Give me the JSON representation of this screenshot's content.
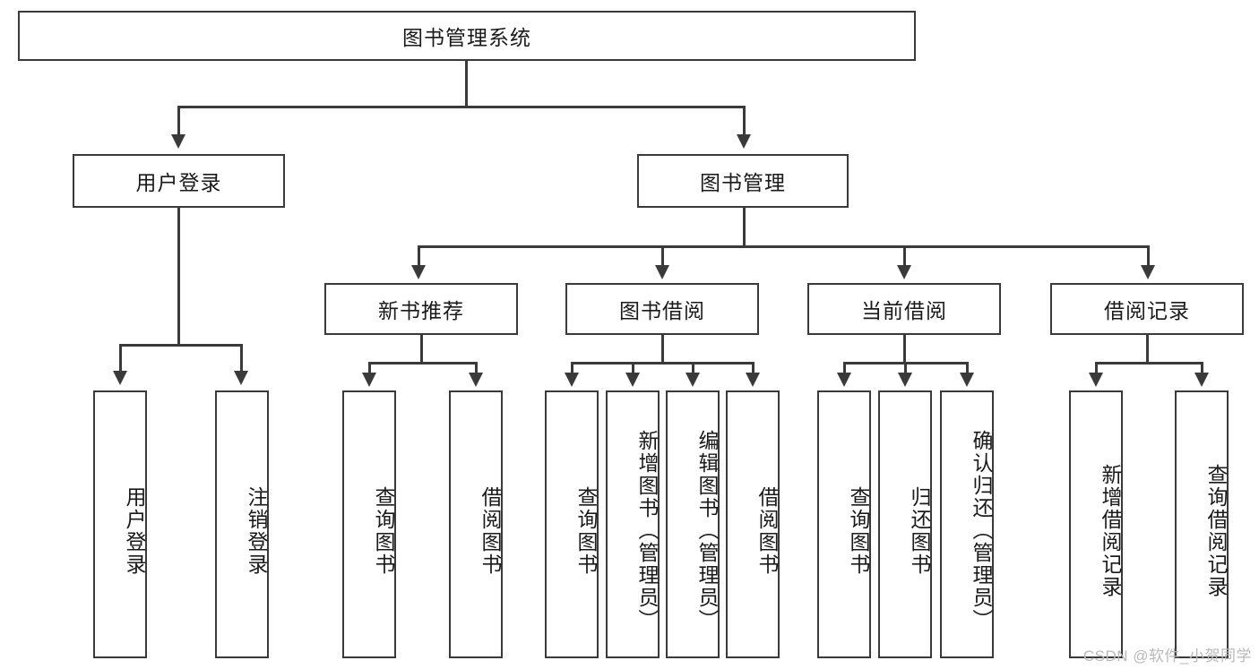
{
  "diagram": {
    "title": "图书管理系统",
    "root": {
      "label": "图书管理系统"
    },
    "level2": [
      {
        "label": "用户登录"
      },
      {
        "label": "图书管理"
      }
    ],
    "level3": [
      {
        "label": "新书推荐"
      },
      {
        "label": "图书借阅"
      },
      {
        "label": "当前借阅"
      },
      {
        "label": "借阅记录"
      }
    ],
    "leaves": {
      "user_login": [
        {
          "label": "用户登录"
        },
        {
          "label": "注销登录"
        }
      ],
      "new_book": [
        {
          "label": "查询图书"
        },
        {
          "label": "借阅图书"
        }
      ],
      "borrow": [
        {
          "label": "查询图书"
        },
        {
          "label": "新增图书（管理员）"
        },
        {
          "label": "编辑图书（管理员）"
        },
        {
          "label": "借阅图书"
        }
      ],
      "current": [
        {
          "label": "查询图书"
        },
        {
          "label": "归还图书"
        },
        {
          "label": "确认归还（管理员）"
        }
      ],
      "records": [
        {
          "label": "新增借阅记录"
        },
        {
          "label": "查询借阅记录"
        }
      ]
    }
  },
  "watermark": {
    "text": "CSDN @软件_小贺同学"
  },
  "colors": {
    "stroke": "#3a3a3a",
    "background": "#ffffff",
    "text": "#1a1a1a",
    "watermark": "#b9b9b9"
  }
}
